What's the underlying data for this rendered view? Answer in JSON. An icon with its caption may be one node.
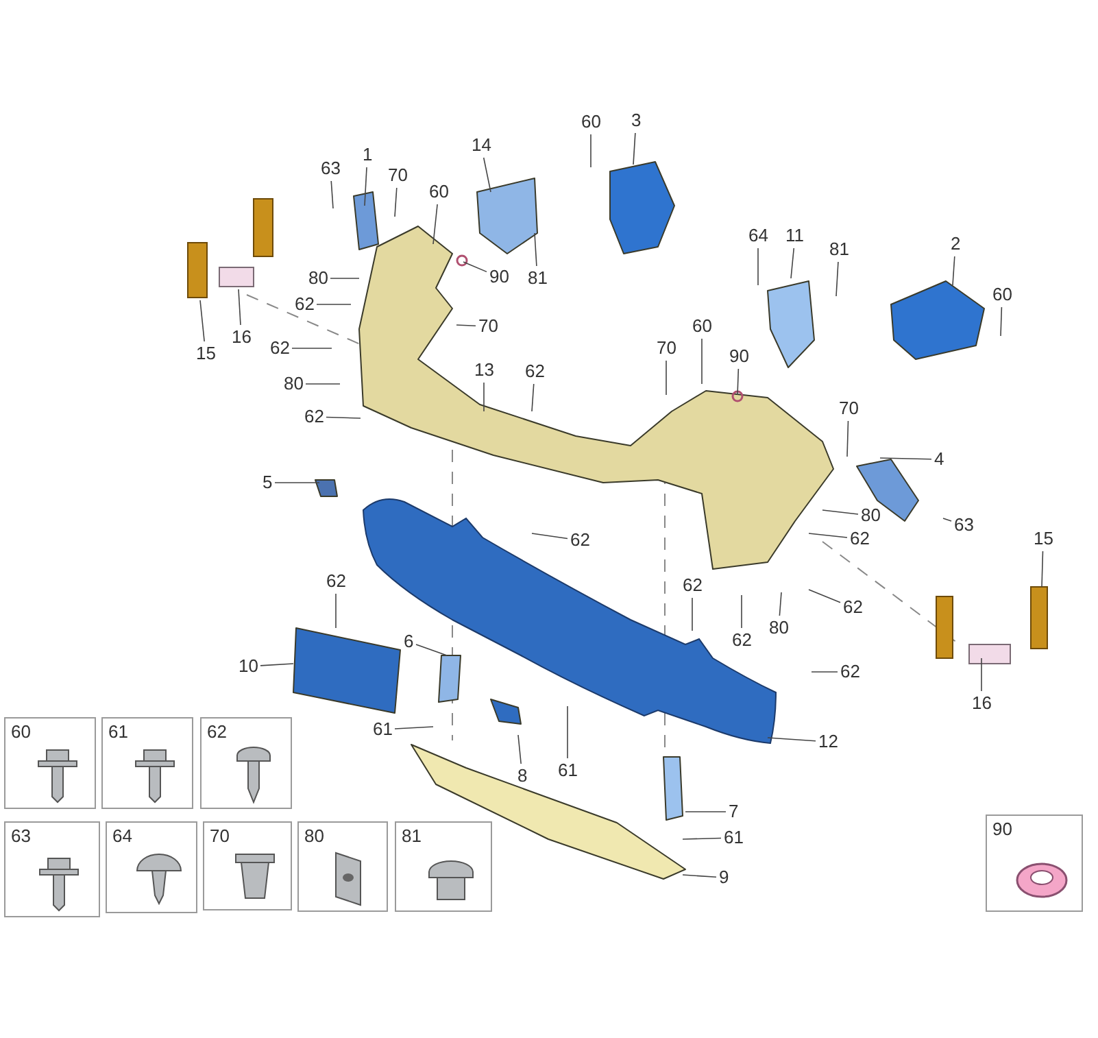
{
  "diagram": {
    "nodes": [
      {
        "text": [
          "60"
        ]
      },
      {
        "text": [
          "3"
        ]
      },
      {
        "text": [
          "14"
        ]
      },
      {
        "text": [
          "1"
        ]
      },
      {
        "text": [
          "63"
        ]
      },
      {
        "text": [
          "70"
        ]
      },
      {
        "text": [
          "60"
        ]
      },
      {
        "text": [
          "90"
        ]
      },
      {
        "text": [
          "81"
        ]
      },
      {
        "text": [
          "64"
        ]
      },
      {
        "text": [
          "11"
        ]
      },
      {
        "text": [
          "81"
        ]
      },
      {
        "text": [
          "2"
        ]
      },
      {
        "text": [
          "80"
        ]
      },
      {
        "text": [
          "62"
        ]
      },
      {
        "text": [
          "60"
        ]
      },
      {
        "text": [
          "70"
        ]
      },
      {
        "text": [
          "16"
        ]
      },
      {
        "text": [
          "15"
        ]
      },
      {
        "text": [
          "70"
        ]
      },
      {
        "text": [
          "62"
        ]
      },
      {
        "text": [
          "80"
        ]
      },
      {
        "text": [
          "60"
        ]
      },
      {
        "text": [
          "90"
        ]
      },
      {
        "text": [
          "13"
        ]
      },
      {
        "text": [
          "62"
        ]
      },
      {
        "text": [
          "62"
        ]
      },
      {
        "text": [
          "70"
        ]
      },
      {
        "text": [
          "4"
        ]
      },
      {
        "text": [
          "5"
        ]
      },
      {
        "text": [
          "80"
        ]
      },
      {
        "text": [
          "63"
        ]
      },
      {
        "text": [
          "62"
        ]
      },
      {
        "text": [
          "62"
        ]
      },
      {
        "text": [
          "15"
        ]
      },
      {
        "text": [
          "62"
        ]
      },
      {
        "text": [
          "62"
        ]
      },
      {
        "text": [
          "62"
        ]
      },
      {
        "text": [
          "80"
        ]
      },
      {
        "text": [
          "62"
        ]
      },
      {
        "text": [
          "6"
        ]
      },
      {
        "text": [
          "10"
        ]
      },
      {
        "text": [
          "62"
        ]
      },
      {
        "text": [
          "16"
        ]
      },
      {
        "text": [
          "61"
        ]
      },
      {
        "text": [
          "12"
        ]
      },
      {
        "text": [
          "8"
        ]
      },
      {
        "text": [
          "61"
        ]
      },
      {
        "text": [
          "7"
        ]
      },
      {
        "text": [
          "61"
        ]
      },
      {
        "text": [
          "9"
        ]
      },
      {
        "text": [
          "60"
        ]
      },
      {
        "text": [
          "61"
        ]
      },
      {
        "text": [
          "62"
        ]
      },
      {
        "text": [
          "63"
        ]
      },
      {
        "text": [
          "64"
        ]
      },
      {
        "text": [
          "70"
        ]
      },
      {
        "text": [
          "80"
        ]
      },
      {
        "text": [
          "81"
        ]
      },
      {
        "text": [
          "90"
        ]
      }
    ],
    "edges": [
      {
        "from": 0,
        "to": null,
        "arrow": "none"
      },
      {
        "from": 1,
        "to": null,
        "arrow": "none"
      },
      {
        "from": 2,
        "to": null,
        "arrow": "none"
      },
      {
        "from": 3,
        "to": null,
        "arrow": "none"
      },
      {
        "from": 4,
        "to": null,
        "arrow": "none"
      },
      {
        "from": 5,
        "to": null,
        "arrow": "none"
      },
      {
        "from": 6,
        "to": null,
        "arrow": "none"
      },
      {
        "from": 7,
        "to": null,
        "arrow": "none"
      },
      {
        "from": 8,
        "to": null,
        "arrow": "none"
      },
      {
        "from": 9,
        "to": null,
        "arrow": "none"
      },
      {
        "from": 10,
        "to": null,
        "arrow": "none"
      },
      {
        "from": 11,
        "to": null,
        "arrow": "none"
      },
      {
        "from": 12,
        "to": null,
        "arrow": "none"
      },
      {
        "from": 13,
        "to": null,
        "arrow": "none"
      },
      {
        "from": 14,
        "to": null,
        "arrow": "none"
      },
      {
        "from": 15,
        "to": null,
        "arrow": "none"
      },
      {
        "from": 16,
        "to": null,
        "arrow": "none"
      },
      {
        "from": 17,
        "to": null,
        "arrow": "none"
      },
      {
        "from": 18,
        "to": null,
        "arrow": "none"
      },
      {
        "from": 19,
        "to": null,
        "arrow": "none"
      },
      {
        "from": 20,
        "to": null,
        "arrow": "none"
      },
      {
        "from": 21,
        "to": null,
        "arrow": "none"
      },
      {
        "from": 22,
        "to": null,
        "arrow": "none"
      },
      {
        "from": 23,
        "to": null,
        "arrow": "none"
      },
      {
        "from": 24,
        "to": null,
        "arrow": "none"
      },
      {
        "from": 25,
        "to": null,
        "arrow": "none"
      },
      {
        "from": 26,
        "to": null,
        "arrow": "none"
      },
      {
        "from": 27,
        "to": null,
        "arrow": "none"
      },
      {
        "from": 28,
        "to": null,
        "arrow": "none"
      },
      {
        "from": 29,
        "to": null,
        "arrow": "none"
      },
      {
        "from": 30,
        "to": null,
        "arrow": "none"
      },
      {
        "from": 31,
        "to": null,
        "arrow": "none"
      },
      {
        "from": 32,
        "to": null,
        "arrow": "none"
      },
      {
        "from": 33,
        "to": null,
        "arrow": "none"
      },
      {
        "from": 34,
        "to": null,
        "arrow": "none"
      },
      {
        "from": 35,
        "to": null,
        "arrow": "none"
      },
      {
        "from": 36,
        "to": null,
        "arrow": "none"
      },
      {
        "from": 37,
        "to": null,
        "arrow": "none"
      },
      {
        "from": 38,
        "to": null,
        "arrow": "none"
      },
      {
        "from": 39,
        "to": null,
        "arrow": "none"
      },
      {
        "from": 40,
        "to": null,
        "arrow": "none"
      },
      {
        "from": 41,
        "to": null,
        "arrow": "none"
      },
      {
        "from": 42,
        "to": null,
        "arrow": "none"
      },
      {
        "from": 43,
        "to": null,
        "arrow": "none"
      },
      {
        "from": 44,
        "to": null,
        "arrow": "none"
      },
      {
        "from": 45,
        "to": null,
        "arrow": "none"
      },
      {
        "from": 46,
        "to": null,
        "arrow": "none"
      },
      {
        "from": 47,
        "to": null,
        "arrow": "none"
      },
      {
        "from": 48,
        "to": null,
        "arrow": "none"
      },
      {
        "from": 49,
        "to": null,
        "arrow": "none"
      },
      {
        "from": 50,
        "to": null,
        "arrow": "none"
      }
    ]
  }
}
